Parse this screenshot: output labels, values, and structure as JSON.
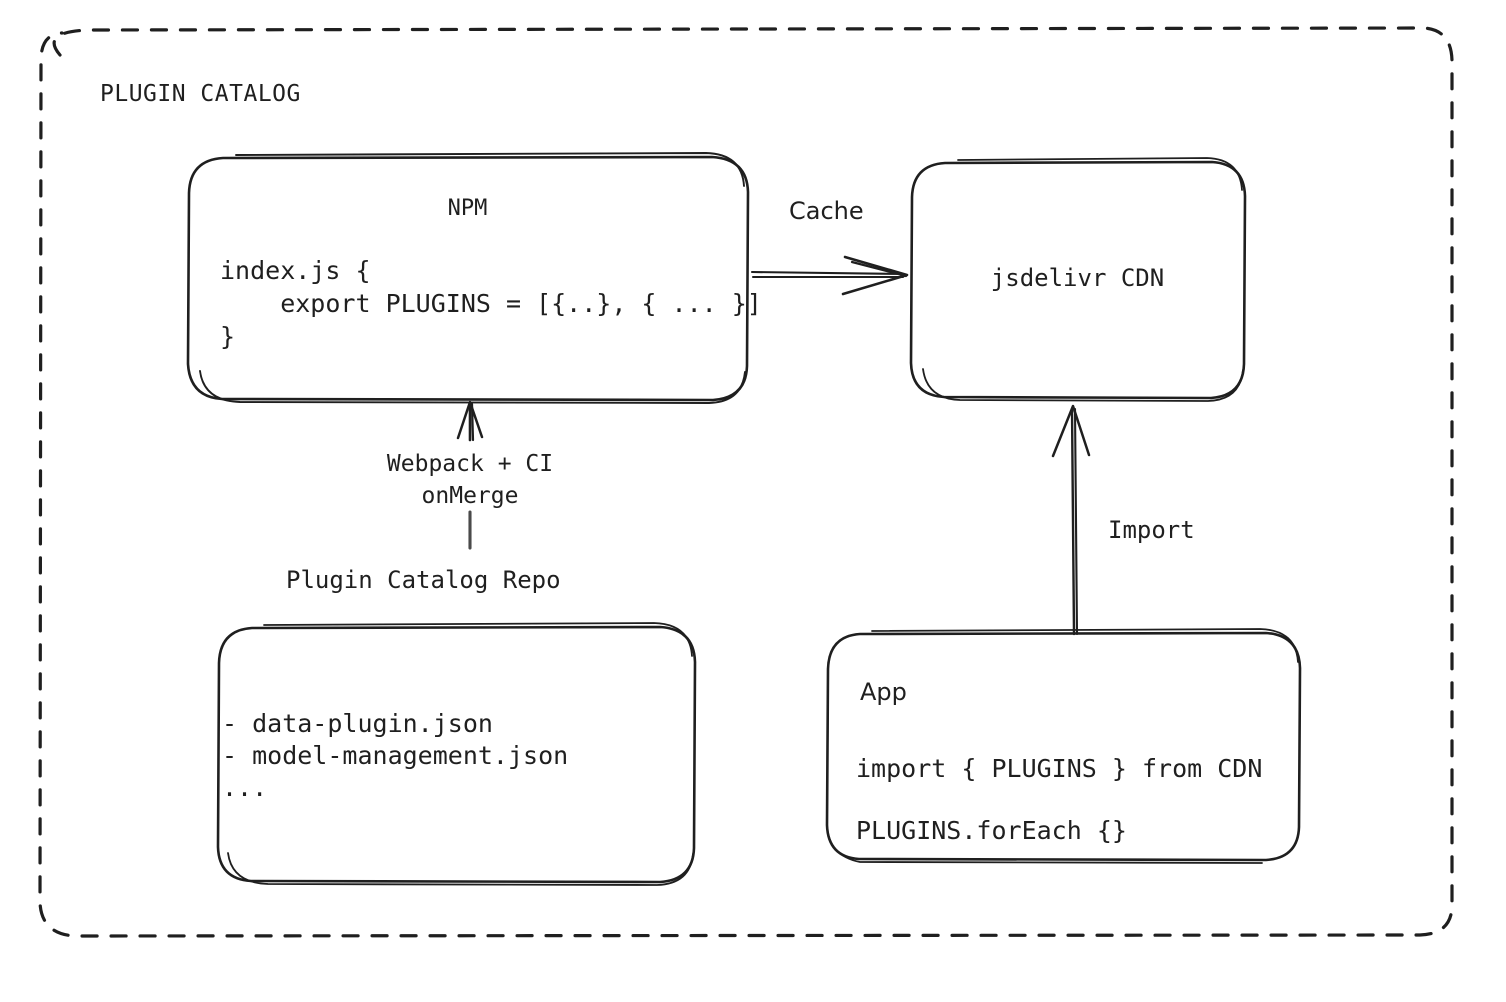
{
  "diagram": {
    "type": "architecture-flow",
    "group": {
      "title": "PLUGIN CATALOG",
      "border_style": "dashed",
      "stroke_color": "#1f1f1f"
    },
    "background_color": "#ffffff",
    "stroke_color": "#1f1f1f",
    "nodes": {
      "npm": {
        "title": "NPM",
        "code": "index.js {\n    export PLUGINS = [{..}, { ... }]\n}"
      },
      "cdn": {
        "title": "jsdelivr CDN"
      },
      "repo": {
        "caption": "Plugin Catalog Repo",
        "code": "- data-plugin.json\n- model-management.json\n..."
      },
      "app": {
        "title": "App",
        "line1": "import { PLUGINS } from CDN",
        "line2": "PLUGINS.forEach {}"
      }
    },
    "edges": {
      "cache": {
        "label": "Cache",
        "from": "npm",
        "to": "cdn",
        "direction": "right"
      },
      "import": {
        "label": "Import",
        "from": "app",
        "to": "cdn",
        "direction": "up"
      },
      "build": {
        "label": "Webpack + CI\nonMerge",
        "from": "repo",
        "to": "npm",
        "direction": "up"
      }
    }
  }
}
